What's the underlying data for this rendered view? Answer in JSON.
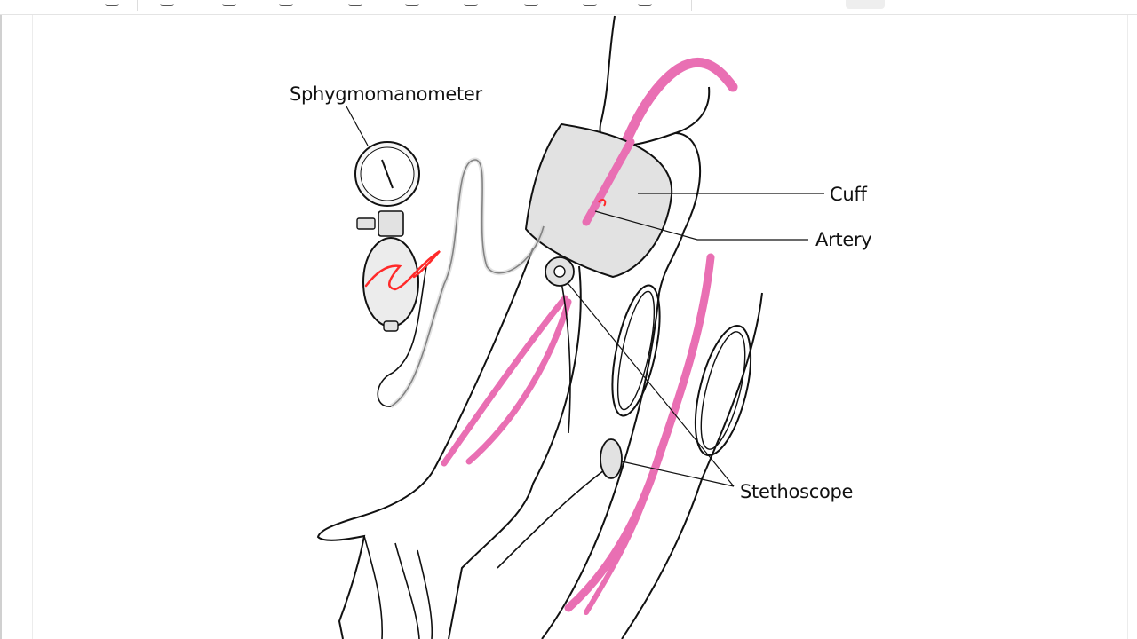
{
  "diagram": {
    "labels": {
      "sphygmomanometer": "Sphygmomanometer",
      "cuff": "Cuff",
      "artery": "Artery",
      "stethoscope": "Stethoscope"
    }
  },
  "colors": {
    "artery": "#e96fb3",
    "artery_dark": "#c94a92",
    "cuff_fill": "#e2e2e2",
    "tube": "#cfcfcf",
    "annotation": "#ff2a2a"
  }
}
